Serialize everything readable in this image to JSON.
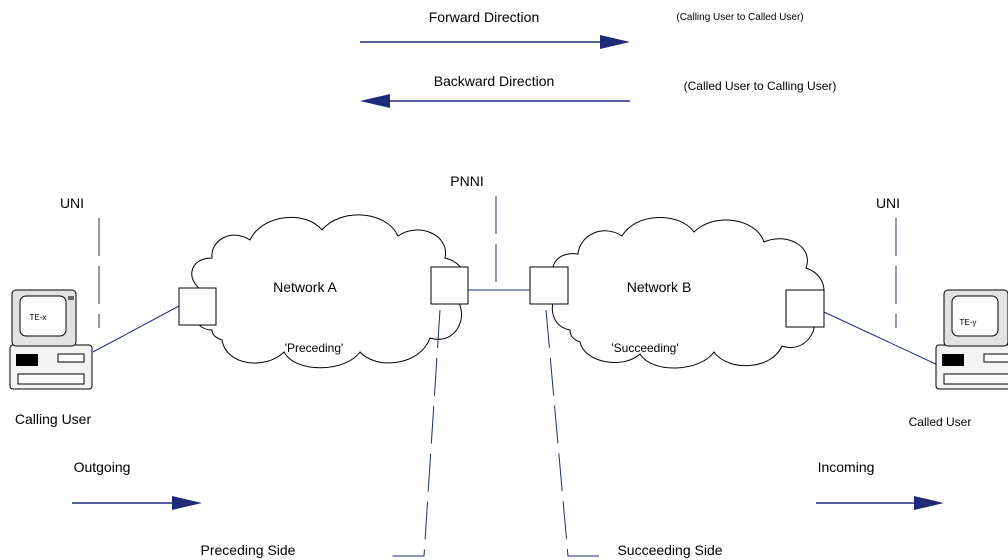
{
  "directions": {
    "forward_label": "Forward Direction",
    "forward_note": "(Calling User to Called User)",
    "backward_label": "Backward Direction",
    "backward_note": "(Called User to Calling User)"
  },
  "interfaces": {
    "uni_left": "UNI",
    "uni_right": "UNI",
    "pnni": "PNNI"
  },
  "networks": {
    "a": {
      "name": "Network A",
      "role": "'Preceding'"
    },
    "b": {
      "name": "Network B",
      "role": "'Succeeding'"
    }
  },
  "terminals": {
    "left": {
      "screen": "TE-x",
      "user": "Calling User",
      "flow": "Outgoing"
    },
    "right": {
      "screen": "TE-y",
      "user": "Called User",
      "flow": "Incoming"
    }
  },
  "sides": {
    "preceding": "Preceding Side",
    "succeeding": "Succeeding Side"
  }
}
